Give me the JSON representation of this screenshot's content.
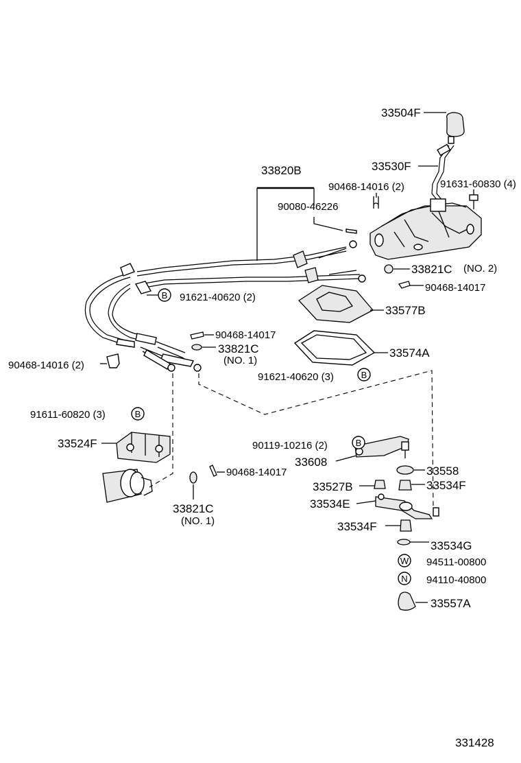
{
  "diagram_id": "331428",
  "labels": {
    "shift_knob": "33504F",
    "shift_lever": "33530F",
    "cable_assy": "33820B",
    "clip_90468_14016_2_top": "90468-14016 (2)",
    "bolt_91631": "91631-60830 (4)",
    "pin_90080": "90080-46226",
    "washer_33821c_no2": "33821C",
    "washer_33821c_no2_note": "(NO. 2)",
    "clip_90468_14017_a": "90468-14017",
    "bolt_91621_2": "91621-40620 (2)",
    "plate_33577b": "33577B",
    "clip_90468_14017_b": "90468-14017",
    "washer_33821c_no1_a": "33821C",
    "washer_33821c_no1_a_note": "(NO. 1)",
    "gasket_33574a": "33574A",
    "clip_90468_14016_2_left": "90468-14016 (2)",
    "bolt_91621_3": "91621-40620 (3)",
    "bolt_91611_3": "91611-60820 (3)",
    "bracket_33524f": "33524F",
    "bolt_90119_2": "90119-10216 (2)",
    "lever_33608": "33608",
    "bushing_33558": "33558",
    "clip_90468_14017_c": "90468-14017",
    "bushing_33527b": "33527B",
    "bushing_33534f_a": "33534F",
    "lever_33534e": "33534E",
    "washer_33821c_no1_b": "33821C",
    "washer_33821c_no1_b_note": "(NO. 1)",
    "bushing_33534f_b": "33534F",
    "washer_33534g": "33534G",
    "washer_94511": "94511-00800",
    "nut_94110": "94110-40800",
    "bushing_33557a": "33557A"
  },
  "circle_marks": {
    "b": "B",
    "w": "W",
    "n": "N"
  }
}
